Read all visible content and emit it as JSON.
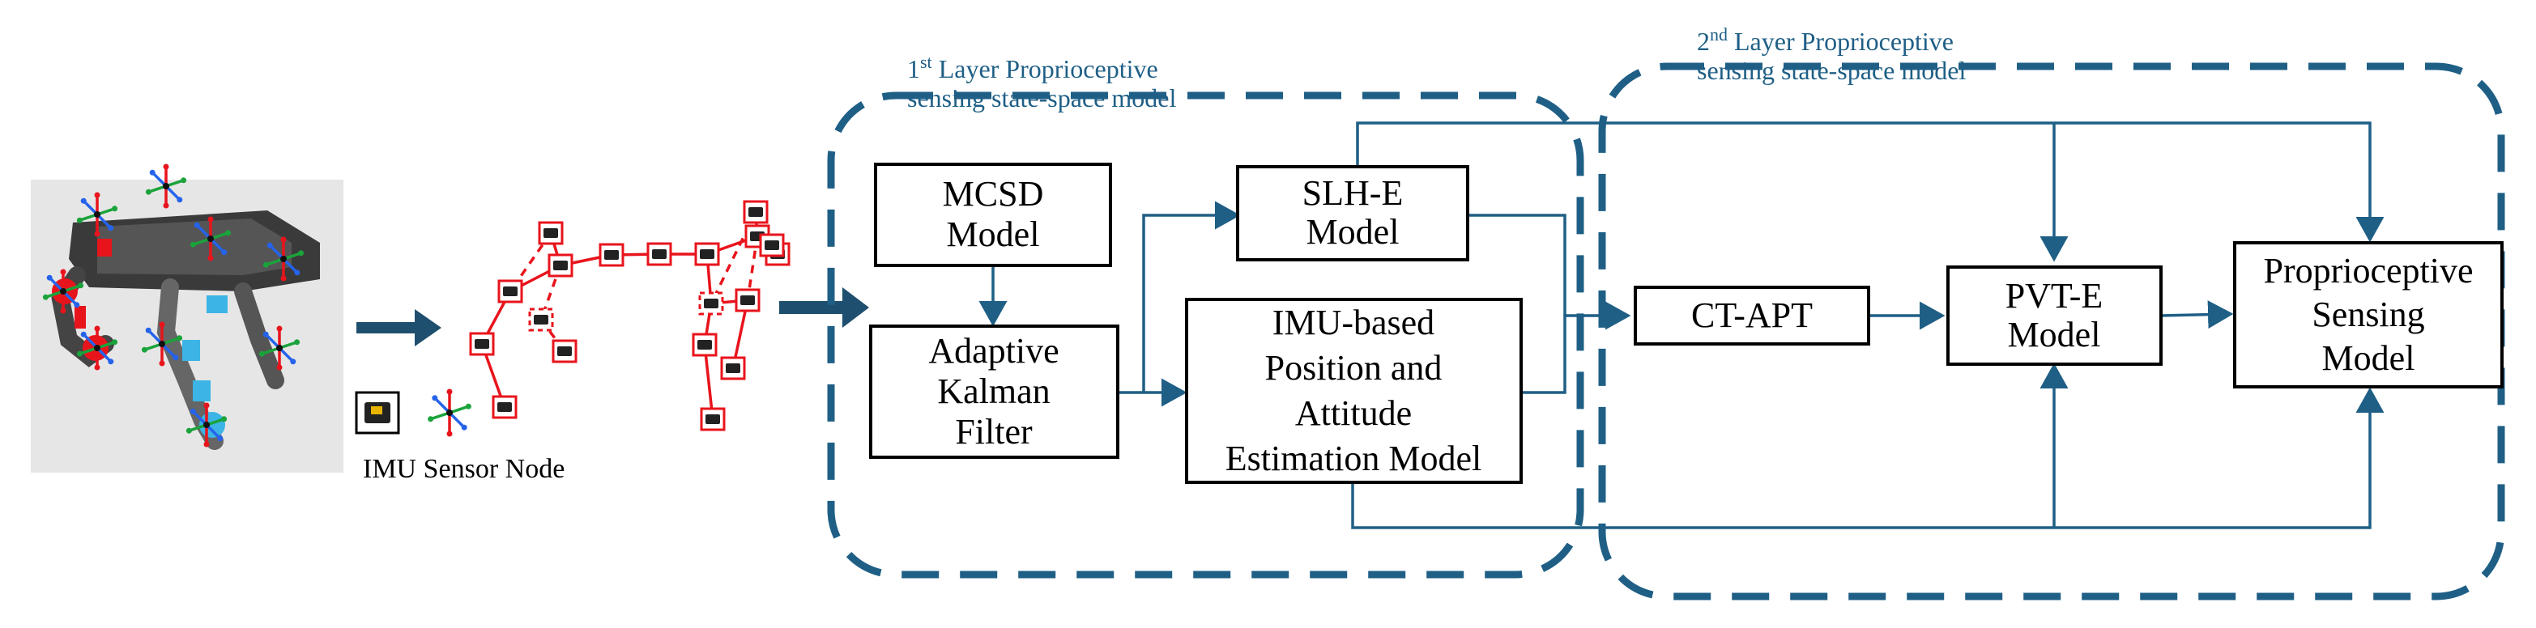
{
  "regions": {
    "layer1_title_line1": "1st Layer Proprioceptive",
    "layer1_title_line2": "sensing state-space model",
    "layer2_title_line1": "2nd Layer Proprioceptive",
    "layer2_title_line2": "sensing state-space model"
  },
  "boxes": {
    "mcsd": [
      "MCSD",
      "Model"
    ],
    "akf": [
      "Adaptive",
      "Kalman",
      "Filter"
    ],
    "slhe": [
      "SLH-E",
      "Model"
    ],
    "imu_pae": [
      "IMU-based",
      "Position and",
      "Attitude",
      "Estimation Model"
    ],
    "ctapt": [
      "CT-APT"
    ],
    "pvte": [
      "PVT-E",
      "Model"
    ],
    "psm": [
      "Proprioceptive",
      "Sensing",
      "Model"
    ]
  },
  "caption": {
    "imu_sensor_node": "IMU Sensor Node"
  },
  "colors": {
    "flow": "#1f5f86",
    "sensor_graph": "#e8141c",
    "robot_bg": "#e6e6e6"
  },
  "icons": [
    "robot-dog-image",
    "imu-chip-icon",
    "axis-triad-icon",
    "arrow-right-icon"
  ]
}
